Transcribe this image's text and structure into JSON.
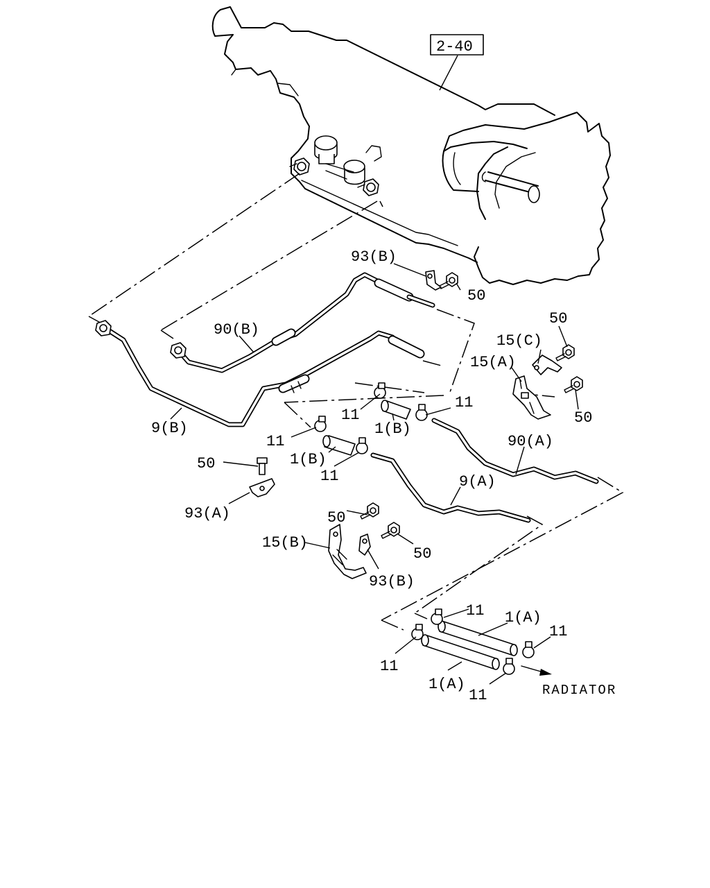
{
  "ref_box": "2-40",
  "labels": {
    "p93b_top": "93(B)",
    "p50_top": "50",
    "p90b": "90(B)",
    "p50_r1": "50",
    "p15c": "15(C)",
    "p15a": "15(A)",
    "p50_r2": "50",
    "p11_a": "11",
    "p1b_a": "1(B)",
    "p11_b": "11",
    "p9b": "9(B)",
    "p11_c": "11",
    "p1b_b": "1(B)",
    "p11_d": "11",
    "p90a": "90(A)",
    "p50_l": "50",
    "p93a": "93(A)",
    "p9a": "9(A)",
    "p50_m1": "50",
    "p15b": "15(B)",
    "p50_m2": "50",
    "p93b_bot": "93(B)",
    "p11_e": "11",
    "p1a_a": "1(A)",
    "p11_f": "11",
    "p11_g": "11",
    "p1a_b": "1(A)",
    "p11_h": "11",
    "radiator": "RADIATOR"
  }
}
